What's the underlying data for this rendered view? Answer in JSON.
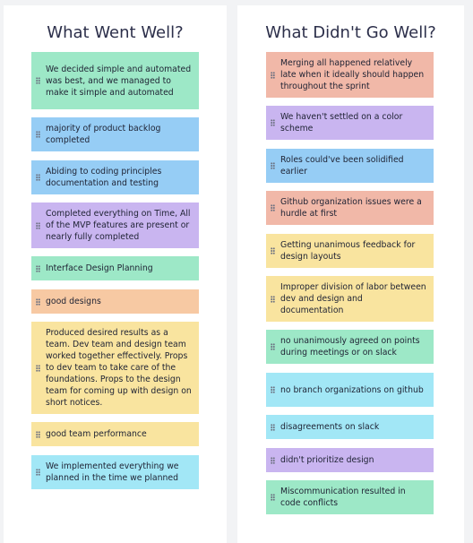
{
  "went_well": {
    "title": "What Went Well?",
    "cards": [
      {
        "text": "We decided simple and automated was best, and we managed to make it simple and automated",
        "color": "#9de8c7"
      },
      {
        "text": "majority of product backlog completed",
        "color": "#96cdf5"
      },
      {
        "text": "Abiding to coding principles documentation and testing",
        "color": "#96cdf5"
      },
      {
        "text": "Completed everything on Time, All of the MVP features are present or nearly fully completed",
        "color": "#c9b5f0"
      },
      {
        "text": "Interface Design Planning",
        "color": "#9de8c7"
      },
      {
        "text": "good designs",
        "color": "#f7c9a3"
      },
      {
        "text": "Produced desired results as a team. Dev team and design team worked together effectively. Props to dev team to take care of the foundations. Props to the design team for coming up with design on short notices.",
        "color": "#f9e49f"
      },
      {
        "text": "good team performance",
        "color": "#f9e49f"
      },
      {
        "text": "We implemented everything we planned in the time we planned",
        "color": "#a2e7f6"
      }
    ]
  },
  "didnt_go_well": {
    "title": "What Didn't Go Well?",
    "cards": [
      {
        "text": "Merging all happened relatively late when it ideally should happen throughout the sprint",
        "color": "#f1b8a8"
      },
      {
        "text": "We haven't settled on a color scheme",
        "color": "#c9b5f0"
      },
      {
        "text": "Roles could've been solidified earlier",
        "color": "#96cdf5"
      },
      {
        "text": "Github organization issues were a hurdle at first",
        "color": "#f1b8a8"
      },
      {
        "text": "Getting unanimous feedback for design layouts",
        "color": "#f9e49f"
      },
      {
        "text": "Improper division of labor between dev and design and documentation",
        "color": "#f9e49f"
      },
      {
        "text": "no unanimously agreed on points during meetings or on slack",
        "color": "#9de8c7"
      },
      {
        "text": "no branch organizations on github",
        "color": "#a2e7f6"
      },
      {
        "text": "disagreements on slack",
        "color": "#a2e7f6"
      },
      {
        "text": "didn't prioritize design",
        "color": "#c9b5f0"
      },
      {
        "text": "Miscommunication resulted in code conflicts",
        "color": "#9de8c7"
      }
    ]
  }
}
